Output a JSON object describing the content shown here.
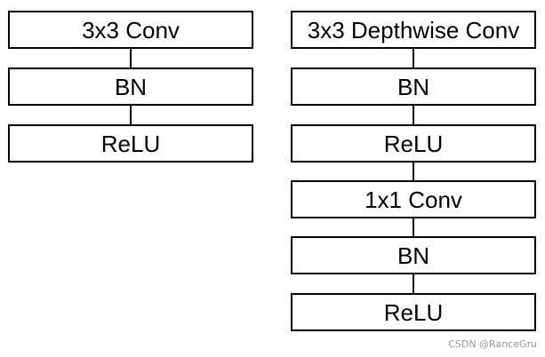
{
  "diagram": {
    "left_column": {
      "blocks": [
        "3x3 Conv",
        "BN",
        "ReLU"
      ]
    },
    "right_column": {
      "blocks": [
        "3x3 Depthwise Conv",
        "BN",
        "ReLU",
        "1x1 Conv",
        "BN",
        "ReLU"
      ]
    },
    "colors": {
      "stroke": "#000000",
      "fill": "#ffffff",
      "watermark": "#9a9a9a"
    }
  },
  "watermark": {
    "text": "CSDN @RanceGru"
  }
}
